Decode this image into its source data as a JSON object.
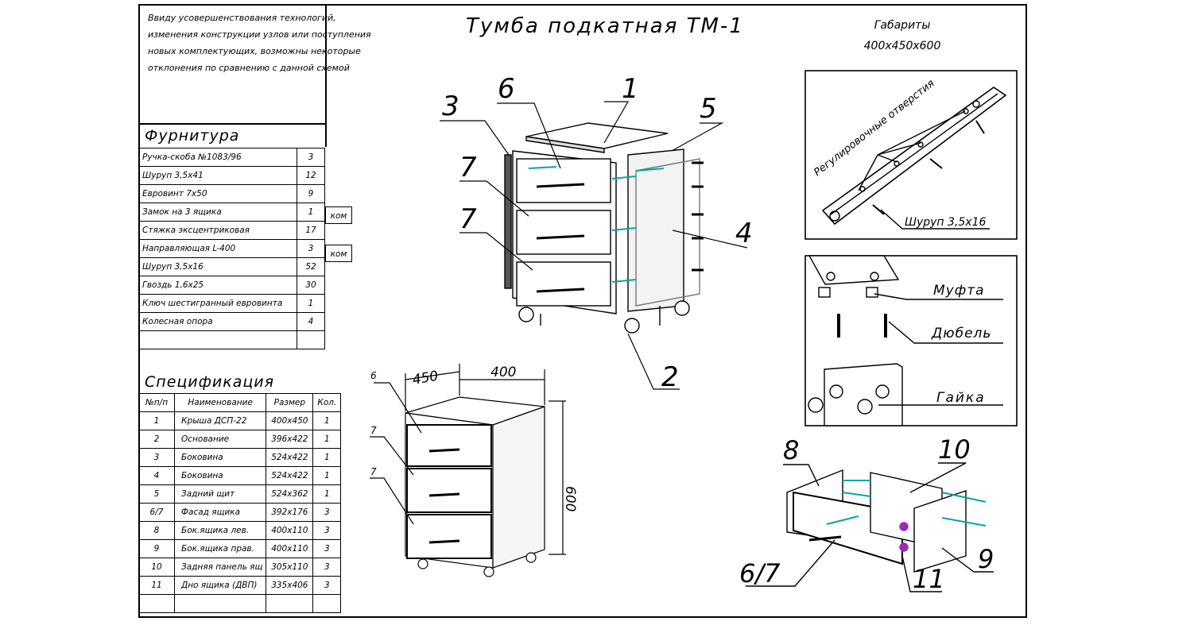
{
  "note": [
    "Ввиду усовершенствования технологий,",
    "изменения конструкции узлов или поступления",
    "новых комплектующих, возможны некоторые",
    "отклонения по сравнению с данной схемой"
  ],
  "title": "Тумба подкатная ТМ-1",
  "dimensions": {
    "label": "Габариты",
    "value": "400х450х600"
  },
  "hardware": {
    "title": "Фурнитура",
    "rows": [
      {
        "name": "Ручка-скоба №1083/96",
        "qty": "3",
        "unit": ""
      },
      {
        "name": "Шуруп 3,5х41",
        "qty": "12",
        "unit": ""
      },
      {
        "name": "Евровинт 7х50",
        "qty": "9",
        "unit": ""
      },
      {
        "name": "Замок на 3 ящика",
        "qty": "1",
        "unit": "ком"
      },
      {
        "name": "Стяжка эксцентриковая",
        "qty": "17",
        "unit": ""
      },
      {
        "name": "Направляющая L-400",
        "qty": "3",
        "unit": "ком"
      },
      {
        "name": "Шуруп 3,5х16",
        "qty": "52",
        "unit": ""
      },
      {
        "name": "Гвоздь 1,6х25",
        "qty": "30",
        "unit": ""
      },
      {
        "name": "Ключ шестигранный евровинта",
        "qty": "1",
        "unit": ""
      },
      {
        "name": "Колесная опора",
        "qty": "4",
        "unit": ""
      },
      {
        "name": "",
        "qty": "",
        "unit": ""
      }
    ]
  },
  "spec": {
    "title": "Спецификация",
    "headers": [
      "№п/п",
      "Наименование",
      "Размер",
      "Кол."
    ],
    "rows": [
      [
        "1",
        "Крыша ДСП-22",
        "400х450",
        "1"
      ],
      [
        "2",
        "Основание",
        "396х422",
        "1"
      ],
      [
        "3",
        "Боковина",
        "524х422",
        "1"
      ],
      [
        "4",
        "Боковина",
        "524х422",
        "1"
      ],
      [
        "5",
        "Задний щит",
        "524х362",
        "1"
      ],
      [
        "6/7",
        "Фасад ящика",
        "392х176",
        "3"
      ],
      [
        "8",
        "Бок.ящика лев.",
        "400х110",
        "3"
      ],
      [
        "9",
        "Бок.ящика прав.",
        "400х110",
        "3"
      ],
      [
        "10",
        "Задняя панель ящ",
        "305х110",
        "3"
      ],
      [
        "11",
        "Дно ящика (ДВП)",
        "335х406",
        "3"
      ],
      [
        "",
        "",
        "",
        ""
      ]
    ]
  },
  "callouts": {
    "main": [
      "3",
      "6",
      "1",
      "5",
      "7",
      "7",
      "4",
      "2"
    ],
    "small": [
      "6",
      "7",
      "7"
    ],
    "small_dims": [
      "450",
      "400",
      "600"
    ],
    "drawer": [
      "8",
      "10",
      "6/7",
      "11",
      "9"
    ]
  },
  "slide_panel": {
    "label": "Регулировочные отверстия",
    "screw": "Шуруп  3,5х16"
  },
  "fastener_panel": {
    "muft": "Муфта",
    "dowel": "Дюбель",
    "nut": "Гайка"
  },
  "colors": {
    "line": "#000000",
    "grey": "#b0b0b0",
    "teal": "#00a6a6",
    "purple": "#9b2bb5"
  }
}
